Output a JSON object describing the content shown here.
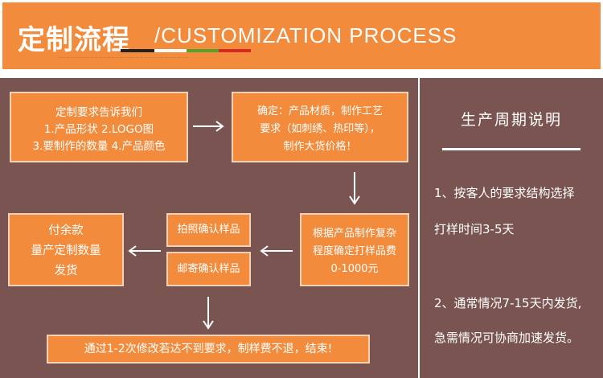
{
  "header": {
    "title_cn": "定制流程",
    "title_en": "/CUSTOMIZATION PROCESS",
    "fine_print": "— — — — — — — — — — — — — — — — — — — — — — — — — — — — — — — —"
  },
  "flow": {
    "step1": {
      "line1": "定制要求告诉我们",
      "line2": "1.产品形状  2.LOGO图",
      "line3": "3.要制作的数量  4.产品颜色"
    },
    "step2": {
      "line1": "确定：产品材质，制作工艺",
      "line2": "要求（如刺绣、热印等），",
      "line3": "制作大货价格！"
    },
    "step3": {
      "line1": "根据产品制作复杂",
      "line2": "程度确定打样品费",
      "line3": "0-1000元"
    },
    "step4a": {
      "label": "拍照确认样品"
    },
    "step4b": {
      "label": "邮寄确认样品"
    },
    "step5": {
      "line1": "付余款",
      "line2": "量产定制数量",
      "line3": "发货"
    },
    "final": {
      "label": "通过1-2次修改若达不到要求，制样费不退，结束!"
    }
  },
  "cycle": {
    "title": "生产周期说明",
    "item1_line1": "1、按客人的要求结构选择",
    "item1_line2": "打样时间3-5天",
    "item2_line1": "2、通常情况7-15天内发货,",
    "item2_line2": "急需情况可协商加速发货。"
  },
  "colors": {
    "orange": "#f28c3c",
    "brown": "#7a5450",
    "box_border": "#f5d2b5"
  }
}
